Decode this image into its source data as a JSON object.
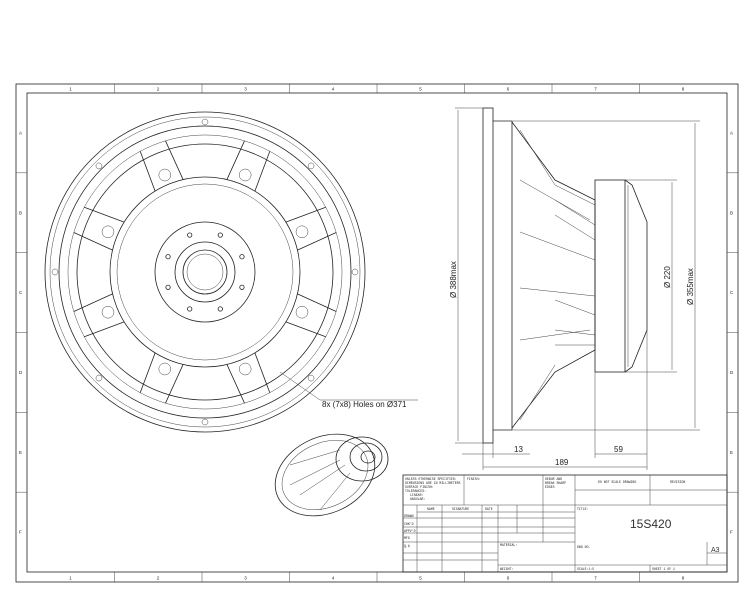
{
  "grid": {
    "columns": [
      "1",
      "2",
      "3",
      "4",
      "5",
      "6",
      "7",
      "8"
    ],
    "rows": [
      "A",
      "B",
      "C",
      "D",
      "E",
      "F"
    ]
  },
  "front_view": {
    "hole_note": "8x (7x8) Holes on Ø371"
  },
  "side_view": {
    "dims": {
      "outer_diameter": "Ø 388max",
      "basket_diameter": "Ø 355max",
      "magnet_diameter": "Ø 220",
      "flange": "13",
      "magnet_depth": "59",
      "overall_depth": "189"
    }
  },
  "title_block": {
    "general_notes": [
      "UNLESS OTHERWISE SPECIFIED:",
      "DIMENSIONS ARE IN MILLIMETERS",
      "SURFACE FINISH:",
      "TOLERANCES:",
      "LINEAR:",
      "ANGULAR:"
    ],
    "finish_label": "FINISH:",
    "deburr_label": [
      "DEBUR AND",
      "BREAK SHARP",
      "EDGES"
    ],
    "do_not_scale": "DO NOT SCALE DRAWING",
    "revision_label": "REVISION",
    "col_headers": [
      "NAME",
      "SIGNATURE",
      "DATE"
    ],
    "row_labels": [
      "DRAWN",
      "CHK'D",
      "APPV'D",
      "MFG",
      "Q.A"
    ],
    "title_label": "TITLE:",
    "title": "15S420",
    "material_label": "MATERIAL:",
    "dwg_no_label": "DWG NO.",
    "size": "A3",
    "weight_label": "WEIGHT:",
    "scale_label": "SCALE:1:5",
    "sheet_label": "SHEET 1 OF 1"
  }
}
